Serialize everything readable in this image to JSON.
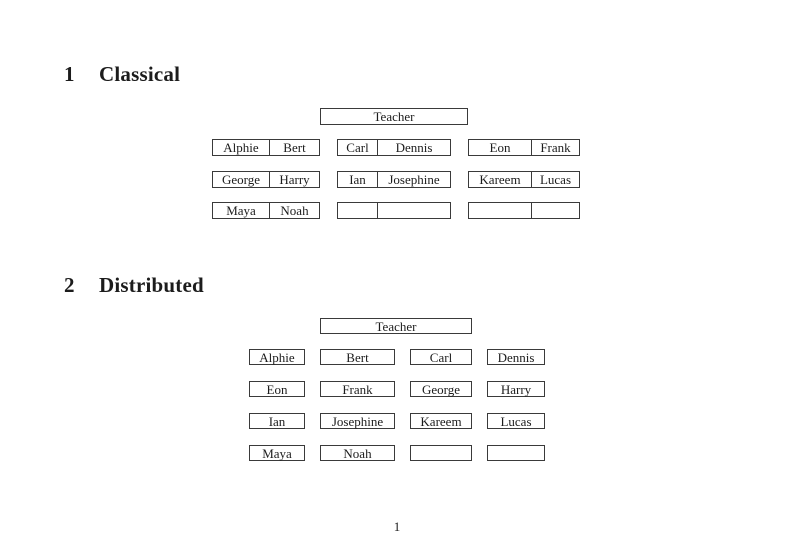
{
  "sections": [
    {
      "number": "1",
      "title": "Classical"
    },
    {
      "number": "2",
      "title": "Distributed"
    }
  ],
  "classical": {
    "teacher": "Teacher",
    "desks": [
      {
        "left": "Alphie",
        "right": "Bert"
      },
      {
        "left": "Carl",
        "right": "Dennis"
      },
      {
        "left": "Eon",
        "right": "Frank"
      },
      {
        "left": "George",
        "right": "Harry"
      },
      {
        "left": "Ian",
        "right": "Josephine"
      },
      {
        "left": "Kareem",
        "right": "Lucas"
      },
      {
        "left": "Maya",
        "right": "Noah"
      },
      {
        "left": "",
        "right": ""
      },
      {
        "left": "",
        "right": ""
      }
    ]
  },
  "distributed": {
    "teacher": "Teacher",
    "students": [
      "Alphie",
      "Bert",
      "Carl",
      "Dennis",
      "Eon",
      "Frank",
      "George",
      "Harry",
      "Ian",
      "Josephine",
      "Kareem",
      "Lucas",
      "Maya",
      "Noah",
      "",
      ""
    ]
  },
  "page": {
    "number": "1"
  }
}
